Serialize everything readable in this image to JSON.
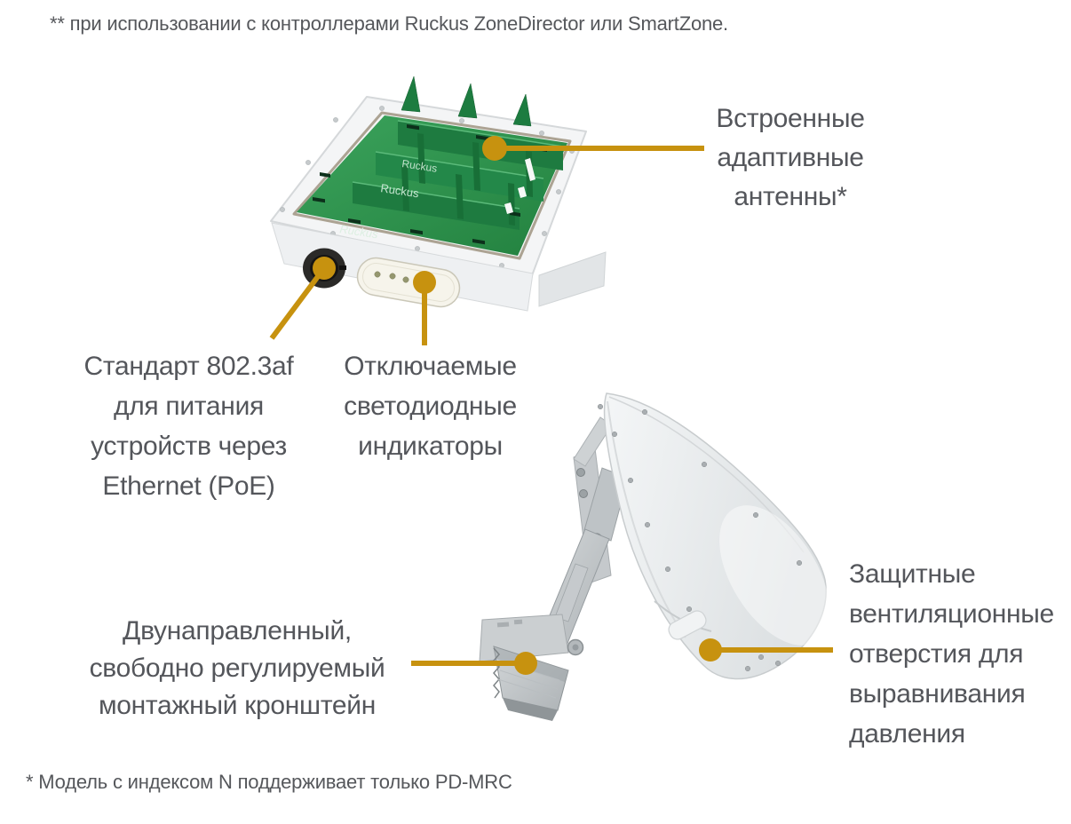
{
  "colors": {
    "accent_gold": "#C7920F",
    "label_text": "#54565B",
    "pcb_green": "#2E9B52",
    "pcb_green_dark": "#1E7B40",
    "device_white": "#F4F5F6",
    "metal_silver": "#C2C6C9"
  },
  "footnotes": {
    "top": "** при использовании с контроллерами Ruckus ZoneDirector или SmartZone.",
    "bottom": "* Модель с индексом N поддерживает только PD-MRC"
  },
  "brand": {
    "pcb_label": "Ruckus"
  },
  "callouts": {
    "antennas": {
      "lines": [
        "Встроенные",
        "адаптивные",
        "антенны*"
      ]
    },
    "poe": {
      "lines": [
        "Стандарт 802.3af",
        "для питания",
        "устройств через",
        "Ethernet (PoE)"
      ]
    },
    "leds": {
      "lines": [
        "Отключаемые",
        "светодиодные",
        "индикаторы"
      ]
    },
    "bracket": {
      "lines": [
        "Двунаправленный,",
        "свободно регулируемый",
        "монтажный кронштейн"
      ]
    },
    "vents": {
      "lines": [
        "Защитные",
        "вентиляционные",
        "отверстия для",
        "выравнивания",
        "давления"
      ]
    }
  }
}
